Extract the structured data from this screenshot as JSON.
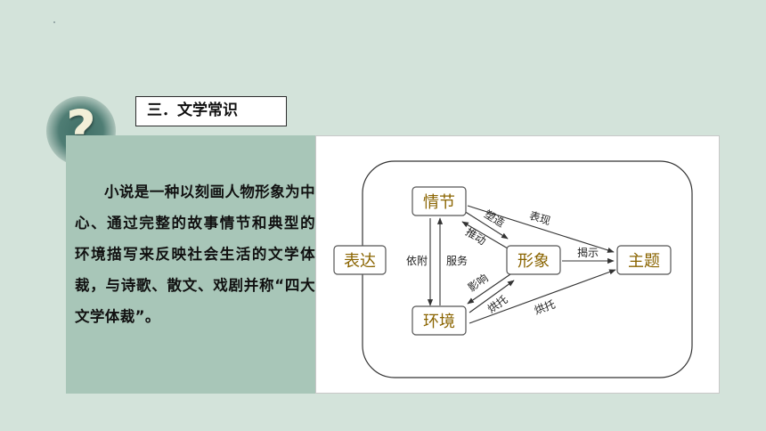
{
  "section_label": "三．文学常识",
  "qmark_glyph": "?",
  "paragraph": "小说是一种以刻画人物形象为中心、通过完整的故事情节和典型的环境描写来反映社会生活的文学体裁，与诗歌、散文、戏剧并称“四大文学体裁”。",
  "diagram": {
    "nodes": {
      "biaoda": "表达",
      "qingjie": "情节",
      "xingxiang": "形象",
      "huanjing": "环境",
      "zhuti": "主题"
    },
    "labels": {
      "biaoxian": "表现",
      "suzao": "塑造",
      "tuidong": "推动",
      "jieshi": "揭示",
      "yifu": "依附",
      "fuwu": "服务",
      "yingxiang": "影响",
      "hongtuo_inner": "烘托",
      "hongtuo_outer": "烘托"
    },
    "colors": {
      "node_text": "#8a6400",
      "node_border": "#555555",
      "line": "#333333"
    }
  }
}
